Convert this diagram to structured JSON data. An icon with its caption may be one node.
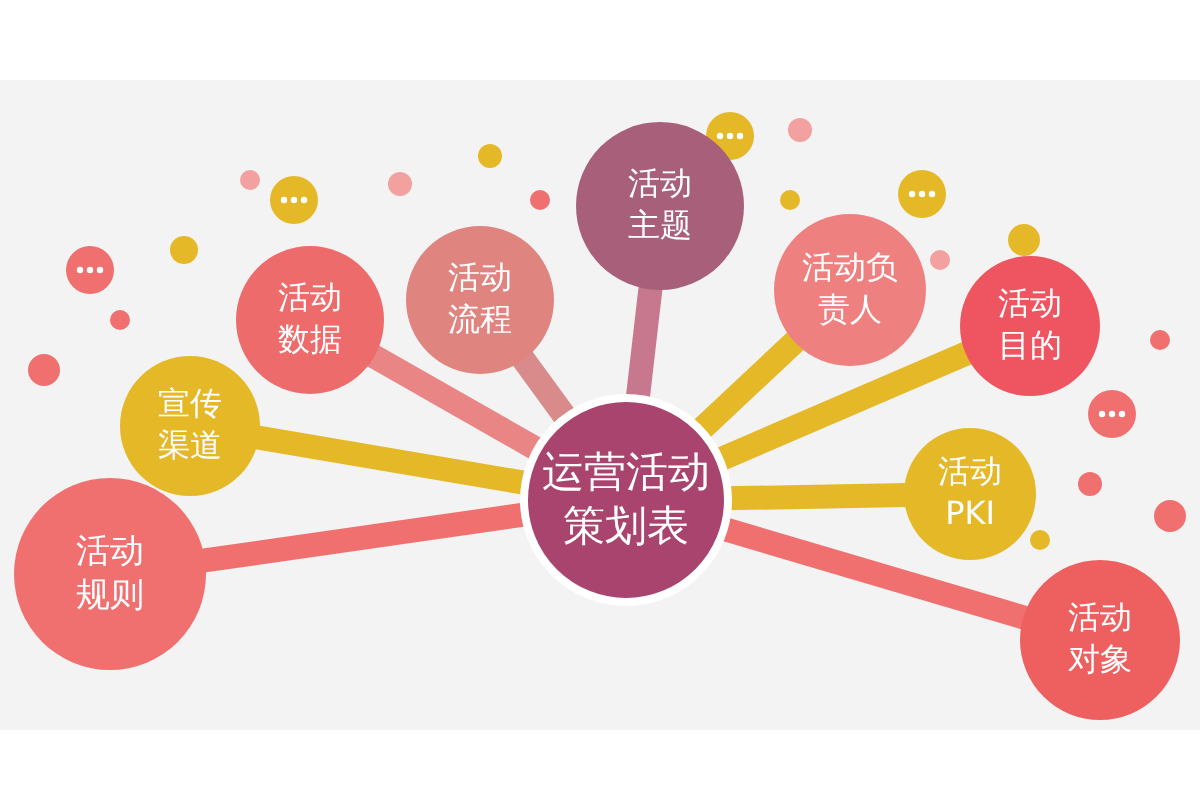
{
  "diagram": {
    "nodes": [
      {
        "text": [
          "运营活动策划表"
        ]
      },
      {
        "text": [
          "活动规则"
        ]
      },
      {
        "text": [
          "宣传渠道"
        ]
      },
      {
        "text": [
          "活动数据"
        ]
      },
      {
        "text": [
          "活动流程"
        ]
      },
      {
        "text": [
          "活动主题"
        ]
      },
      {
        "text": [
          "活动负责人"
        ]
      },
      {
        "text": [
          "活动目的"
        ]
      },
      {
        "text": [
          "活动PKI"
        ]
      },
      {
        "text": [
          "活动对象"
        ]
      }
    ],
    "edges": [
      {
        "from": 0,
        "to": 1,
        "arrow": "none",
        "color": "#f07070"
      },
      {
        "from": 0,
        "to": 2,
        "arrow": "none"
      },
      {
        "from": 0,
        "to": 3,
        "arrow": "none",
        "color": "#e98585"
      },
      {
        "from": 0,
        "to": 4,
        "arrow": "none",
        "color": "#d98a8a"
      },
      {
        "from": 0,
        "to": 5,
        "arrow": "none",
        "color": "#c7788e"
      },
      {
        "from": 0,
        "to": 6,
        "arrow": "none"
      },
      {
        "from": 0,
        "to": 7,
        "arrow": "none"
      },
      {
        "from": 0,
        "to": 8,
        "arrow": "none"
      },
      {
        "from": 0,
        "to": 9,
        "arrow": "none",
        "color": "#f07070"
      }
    ]
  }
}
